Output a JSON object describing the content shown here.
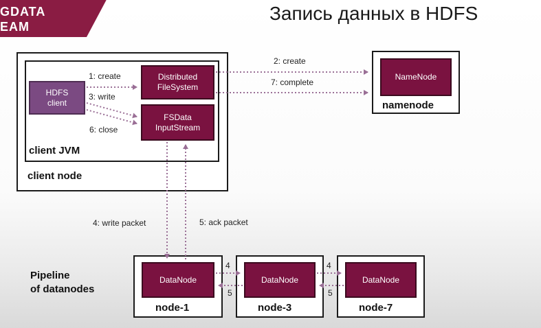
{
  "logo": {
    "line1": "GDATA",
    "line2": "EAM"
  },
  "title": "Запись данных в HDFS",
  "client": {
    "node_label": "client node",
    "jvm_label": "client JVM",
    "hdfs_client": [
      "HDFS",
      "client"
    ],
    "dfs": [
      "Distributed",
      "FileSystem"
    ],
    "fsdata": [
      "FSData",
      "InputStream"
    ]
  },
  "namenode": {
    "box": "NameNode",
    "label": "namenode"
  },
  "arrows": {
    "create1": "1: create",
    "write3": "3: write",
    "close6": "6: close",
    "create2": "2: create",
    "complete7": "7: complete",
    "write_packet4": "4: write packet",
    "ack_packet5": "5: ack packet",
    "n4a": "4",
    "n5a": "5",
    "n4b": "4",
    "n5b": "5"
  },
  "pipeline": {
    "line1": "Pipeline",
    "line2": "of datanodes"
  },
  "datanodes": [
    {
      "box": "DataNode",
      "label": "node-1"
    },
    {
      "box": "DataNode",
      "label": "node-3"
    },
    {
      "box": "DataNode",
      "label": "node-7"
    }
  ],
  "colors": {
    "maroon": "#7a1240",
    "purple": "#7b4a82",
    "arrow": "#9a6f96"
  }
}
